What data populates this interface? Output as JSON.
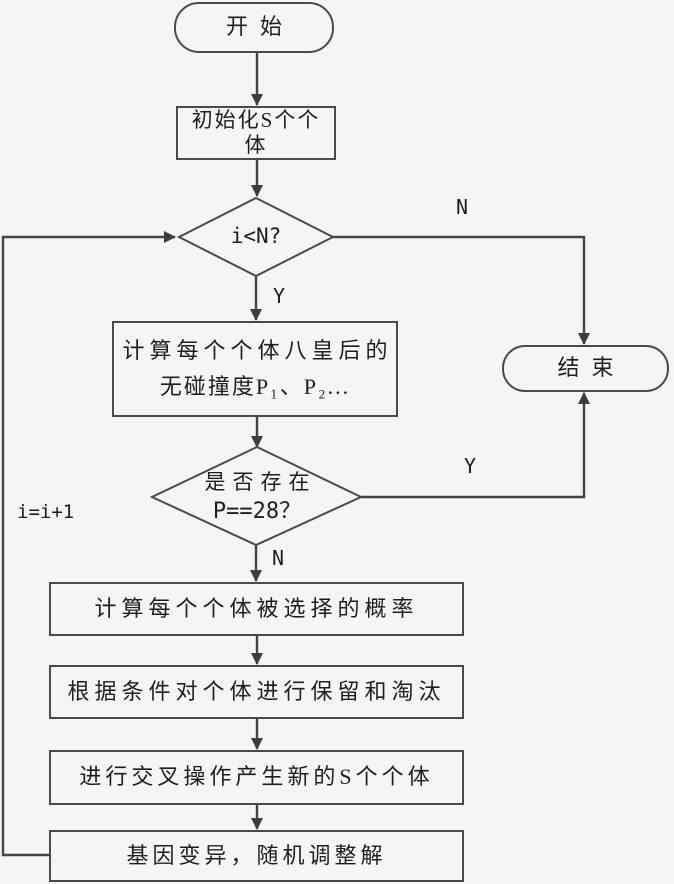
{
  "diagram": {
    "type": "flowchart",
    "colors": {
      "background": "#f5f5f6",
      "line": "#454545",
      "text": "#1e1e1e"
    },
    "nodes": {
      "start": {
        "type": "terminator",
        "label": "开始"
      },
      "init": {
        "type": "process",
        "label": "初始化S个个\n体"
      },
      "loop_check": {
        "type": "decision",
        "label": "i<N?"
      },
      "calc_fitness": {
        "type": "process",
        "line1": "计算每个个体八皇后的",
        "line2": "无碰撞度P₁、P₂..."
      },
      "solution_check": {
        "type": "decision",
        "line1": "是否存在",
        "line2": "P==28？"
      },
      "selection_prob": {
        "type": "process",
        "label": "计算每个个体被选择的概率"
      },
      "keep_discard": {
        "type": "process",
        "label": "根据条件对个体进行保留和淘汰"
      },
      "crossover": {
        "type": "process",
        "label": "进行交叉操作产生新的S个个体"
      },
      "mutation": {
        "type": "process",
        "label": "基因变异，随机调整解"
      },
      "end": {
        "type": "terminator",
        "label": "结束"
      }
    },
    "edge_labels": {
      "loop_check_no": "N",
      "loop_check_yes": "Y",
      "solution_check_yes": "Y",
      "solution_check_no": "N",
      "increment": "i=i+1"
    }
  }
}
